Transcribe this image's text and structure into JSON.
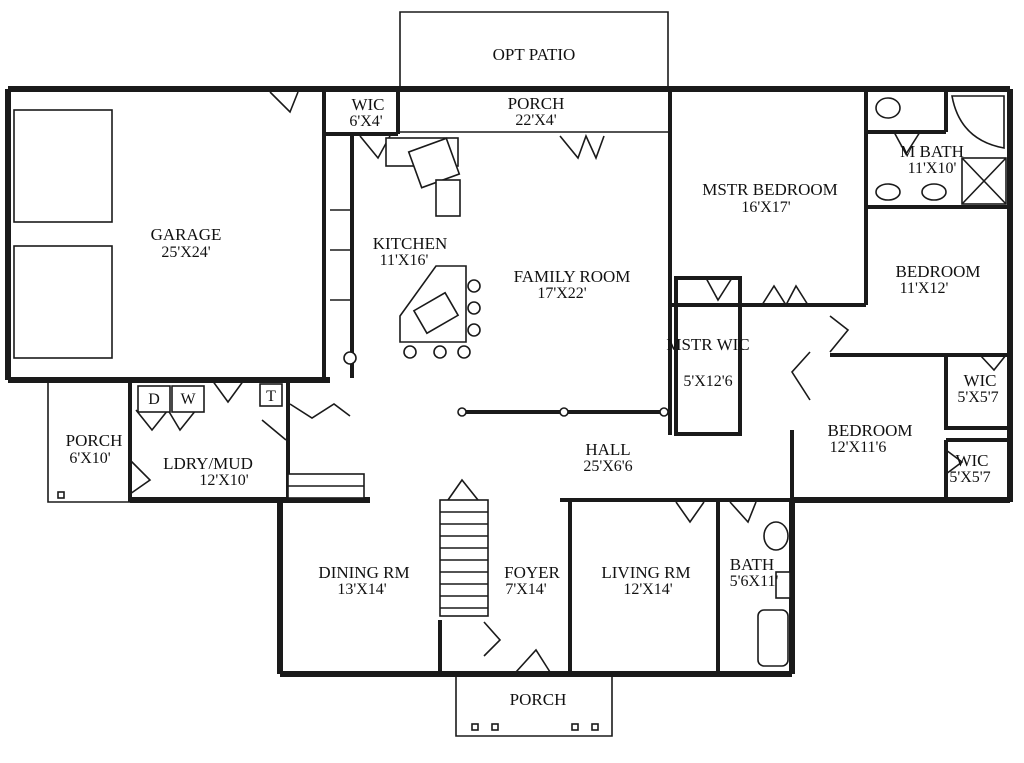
{
  "plan": {
    "rooms": [
      {
        "id": "opt-patio",
        "name": "OPT PATIO",
        "dim": ""
      },
      {
        "id": "porch-rear",
        "name": "PORCH",
        "dim": "22'X4'"
      },
      {
        "id": "wic-kitchen",
        "name": "WIC",
        "dim": "6'X4'"
      },
      {
        "id": "garage",
        "name": "GARAGE",
        "dim": "25'X24'"
      },
      {
        "id": "kitchen",
        "name": "KITCHEN",
        "dim": "11'X16'"
      },
      {
        "id": "family-room",
        "name": "FAMILY ROOM",
        "dim": "17'X22'"
      },
      {
        "id": "mstr-bedroom",
        "name": "MSTR BEDROOM",
        "dim": "16'X17'"
      },
      {
        "id": "m-bath",
        "name": "M BATH",
        "dim": "11'X10'"
      },
      {
        "id": "bedroom-2",
        "name": "BEDROOM",
        "dim": "11'X12'"
      },
      {
        "id": "mstr-wic",
        "name": "MSTR WIC",
        "dim": "5'X12'6"
      },
      {
        "id": "wic-2",
        "name": "WIC",
        "dim": "5'X5'7"
      },
      {
        "id": "bedroom-3",
        "name": "BEDROOM",
        "dim": "12'X11'6"
      },
      {
        "id": "wic-3",
        "name": "WIC",
        "dim": "5'X5'7"
      },
      {
        "id": "hall",
        "name": "HALL",
        "dim": "25'X6'6"
      },
      {
        "id": "porch-side",
        "name": "PORCH",
        "dim": "6'X10'"
      },
      {
        "id": "ldry-mud",
        "name": "LDRY/MUD",
        "dim": "12'X10'"
      },
      {
        "id": "dining-rm",
        "name": "DINING RM",
        "dim": "13'X14'"
      },
      {
        "id": "foyer",
        "name": "FOYER",
        "dim": "7'X14'"
      },
      {
        "id": "living-rm",
        "name": "LIVING RM",
        "dim": "12'X14'"
      },
      {
        "id": "bath",
        "name": "BATH",
        "dim": "5'6X11'"
      },
      {
        "id": "porch-front",
        "name": "PORCH",
        "dim": ""
      }
    ],
    "fixtures": {
      "dryer_label": "D",
      "washer_label": "W",
      "utility_label": "T"
    }
  }
}
